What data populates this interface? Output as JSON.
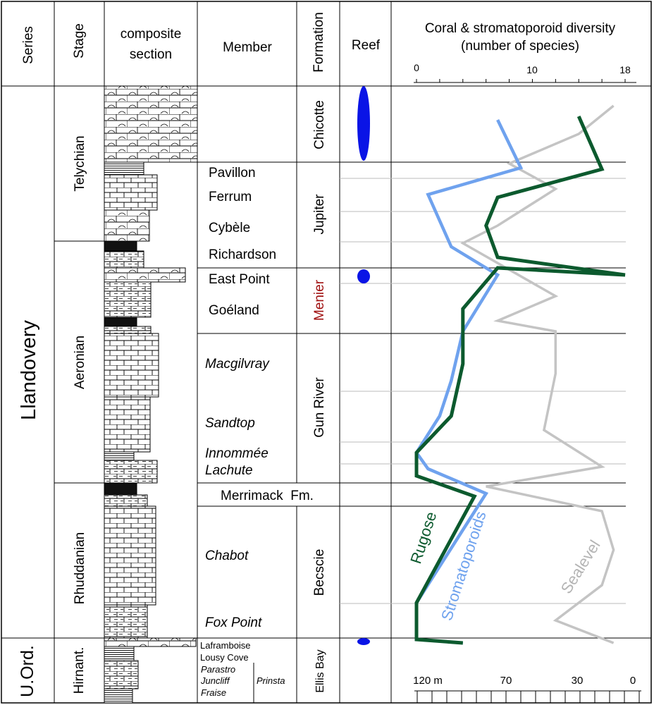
{
  "headers": {
    "series": "Series",
    "stage": "Stage",
    "composite": "composite",
    "section": "section",
    "member": "Member",
    "formation": "Formation",
    "reef": "Reef",
    "diversity_line1": "Coral & stromatoporoid diversity",
    "diversity_line2": "(number of species)"
  },
  "series": [
    "Llandovery",
    "U.Ord."
  ],
  "stages": [
    "Telychian",
    "Aeronian",
    "Rhuddanian",
    "Hirnant."
  ],
  "formations": [
    "Chicotte",
    "Jupiter",
    "Menier",
    "Gun River",
    "Becscie",
    "Ellis Bay"
  ],
  "merrimack": "Merrimack  Fm.",
  "members": [
    "Pavillon",
    "Ferrum",
    "Cybèle",
    "Richardson",
    "East Point",
    "Goéland",
    "Macgilvray",
    "Sandtop",
    "Innommée",
    "Lachute",
    "Chabot",
    "Fox Point"
  ],
  "ellis_members": [
    "Laframboise",
    "Lousy Cove",
    "Parastro",
    "Juncliff",
    "Fraise",
    "Prinsta"
  ],
  "reef_levels": [
    "Chicotte",
    "East Point",
    "Laframboise"
  ],
  "colors": {
    "rugose": "#0c5a2e",
    "stromatoporoids": "#6fa2ee",
    "sealevel": "#c4c4c4",
    "reef": "#0a14e6",
    "menier_label": "#a01010"
  },
  "chart_data": {
    "type": "line",
    "top_axis": {
      "ticks": [
        "0",
        "10",
        "18"
      ],
      "range": [
        0,
        18
      ]
    },
    "bottom_axis": {
      "ticks": [
        "120 m",
        "70",
        "30",
        "0"
      ]
    },
    "series": [
      {
        "name": "Rugose",
        "color": "#0c5a2e",
        "points": [
          [
            4,
            912
          ],
          [
            0,
            907
          ],
          [
            0,
            855
          ],
          [
            5,
            704
          ],
          [
            0,
            675
          ],
          [
            0,
            642
          ],
          [
            3,
            590
          ],
          [
            4,
            516
          ],
          [
            4,
            438
          ],
          [
            7,
            380
          ],
          [
            18,
            390
          ],
          [
            7,
            365
          ],
          [
            6,
            320
          ],
          [
            7,
            280
          ],
          [
            16,
            240
          ],
          [
            14,
            165
          ]
        ]
      },
      {
        "name": "Stromatoporoids",
        "color": "#6fa2ee",
        "points": [
          [
            4,
            912
          ],
          [
            0,
            907
          ],
          [
            0,
            855
          ],
          [
            6,
            700
          ],
          [
            1,
            665
          ],
          [
            0,
            642
          ],
          [
            2,
            590
          ],
          [
            3,
            540
          ],
          [
            4,
            470
          ],
          [
            7,
            390
          ],
          [
            3,
            350
          ],
          [
            1,
            276
          ],
          [
            9,
            238
          ],
          [
            7,
            170
          ]
        ]
      },
      {
        "name": "Sealevel",
        "color": "#c4c4c4",
        "points": [
          [
            17,
            912
          ],
          [
            12,
            880
          ],
          [
            16,
            830
          ],
          [
            17,
            780
          ],
          [
            16,
            725
          ],
          [
            6,
            690
          ],
          [
            16,
            662
          ],
          [
            11,
            610
          ],
          [
            12,
            530
          ],
          [
            12,
            470
          ],
          [
            7,
            455
          ],
          [
            12,
            420
          ],
          [
            4,
            345
          ],
          [
            7,
            320
          ],
          [
            12,
            268
          ],
          [
            8,
            232
          ],
          [
            14,
            190
          ],
          [
            17,
            150
          ]
        ]
      }
    ]
  }
}
